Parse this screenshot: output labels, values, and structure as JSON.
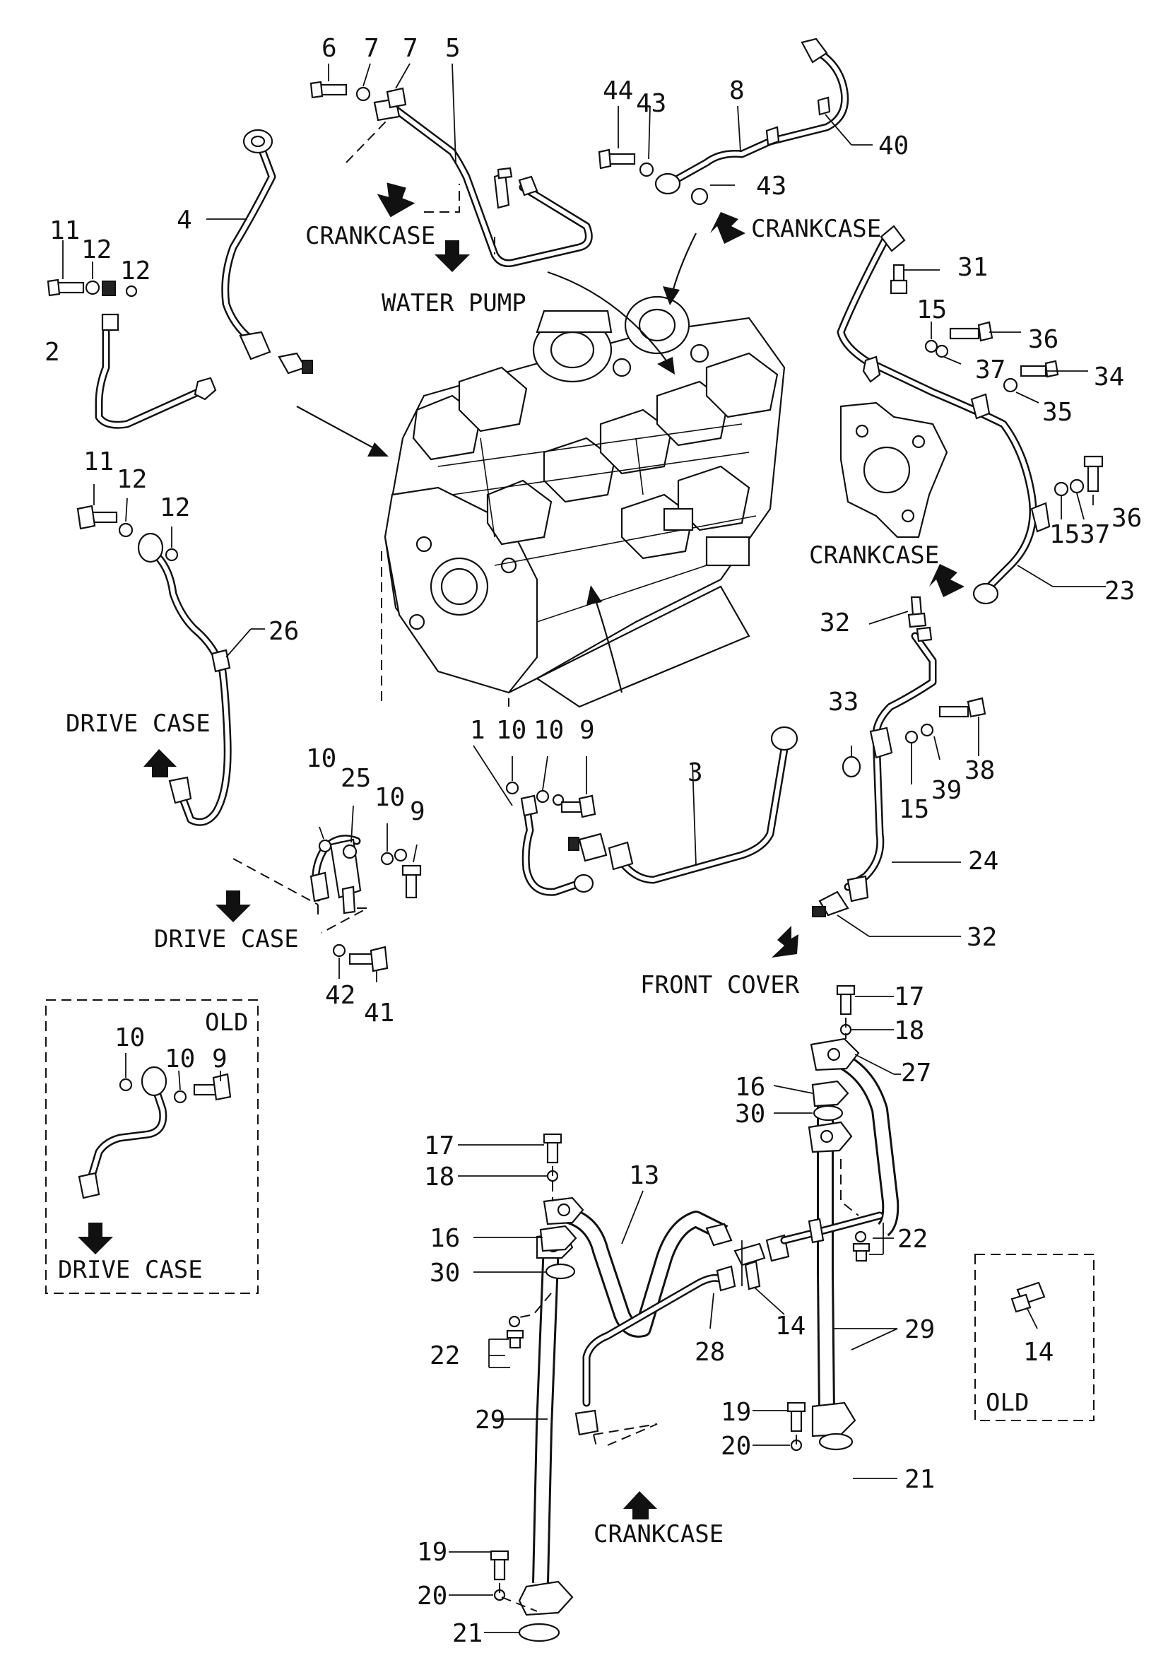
{
  "labels": {
    "crankcase": "CRANKCASE",
    "water_pump": "WATER PUMP",
    "drive_case": "DRIVE CASE",
    "front_cover": "FRONT COVER",
    "old": "OLD"
  },
  "part_numbers": {
    "n1": "1",
    "n2": "2",
    "n3": "3",
    "n4": "4",
    "n5": "5",
    "n6": "6",
    "n7": "7",
    "n8": "8",
    "n9": "9",
    "n10": "10",
    "n11": "11",
    "n12": "12",
    "n13": "13",
    "n14": "14",
    "n15": "15",
    "n16": "16",
    "n17": "17",
    "n18": "18",
    "n19": "19",
    "n20": "20",
    "n21": "21",
    "n22": "22",
    "n23": "23",
    "n24": "24",
    "n25": "25",
    "n26": "26",
    "n27": "27",
    "n28": "28",
    "n29": "29",
    "n30": "30",
    "n31": "31",
    "n32": "32",
    "n33": "33",
    "n34": "34",
    "n35": "35",
    "n36": "36",
    "n37": "37",
    "n38": "38",
    "n39": "39",
    "n40": "40",
    "n41": "41",
    "n42": "42",
    "n43": "43",
    "n44": "44"
  },
  "colors": {
    "ink": "#111111",
    "paper": "#ffffff"
  }
}
